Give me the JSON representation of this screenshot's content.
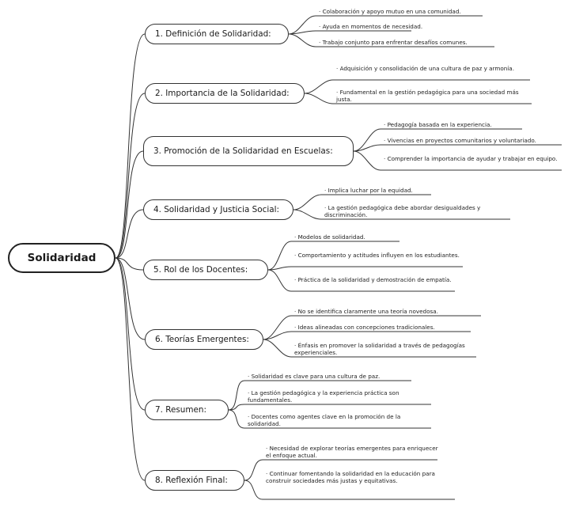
{
  "root": {
    "label": "Solidaridad"
  },
  "branches": [
    {
      "label": "1. Definición de Solidaridad:",
      "leaves": [
        "· Colaboración y apoyo mutuo en una comunidad.",
        "· Ayuda en momentos de necesidad.",
        "· Trabajo conjunto para enfrentar desafíos comunes."
      ]
    },
    {
      "label": "2. Importancia de la Solidaridad:",
      "leaves": [
        "· Adquisición y consolidación de una cultura de paz y armonía.",
        "· Fundamental en la gestión pedagógica para una sociedad más justa."
      ]
    },
    {
      "label": "3. Promoción de la Solidaridad en Escuelas:",
      "leaves": [
        "· Pedagogía basada en la experiencia.",
        "· Vivencias en proyectos comunitarios y voluntariado.",
        "· Comprender la importancia de ayudar y trabajar en equipo."
      ]
    },
    {
      "label": "4. Solidaridad y Justicia Social:",
      "leaves": [
        "· Implica luchar por la equidad.",
        "· La gestión pedagógica debe abordar desigualdades y discriminación."
      ]
    },
    {
      "label": "5. Rol de los Docentes:",
      "leaves": [
        "· Modelos de solidaridad.",
        "· Comportamiento y actitudes influyen en los estudiantes.",
        "· Práctica de la solidaridad y demostración de empatía."
      ]
    },
    {
      "label": "6. Teorías Emergentes:",
      "leaves": [
        "· No se identifica claramente una teoría novedosa.",
        "· Ideas alineadas con concepciones tradicionales.",
        "· Énfasis en promover la solidaridad a través de pedagogías experienciales."
      ]
    },
    {
      "label": "7. Resumen:",
      "leaves": [
        "· Solidaridad es clave para una cultura de paz.",
        "· La gestión pedagógica y la experiencia práctica son fundamentales.",
        "· Docentes como agentes clave en la promoción de la solidaridad."
      ]
    },
    {
      "label": "8. Reflexión Final:",
      "leaves": [
        "· Necesidad de explorar teorías emergentes para enriquecer el enfoque actual.",
        "· Continuar fomentando la solidaridad en la educación para construir sociedades más justas y equitativas."
      ]
    }
  ]
}
